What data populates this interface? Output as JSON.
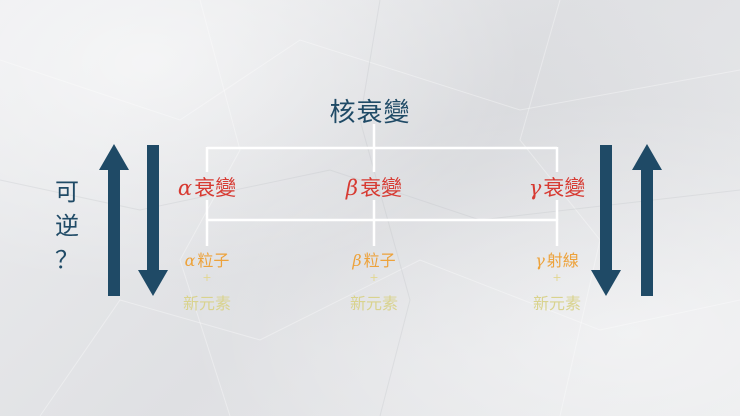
{
  "title": "核衰變",
  "reversible_label": [
    "可",
    "逆",
    "？"
  ],
  "decays": [
    {
      "symbol": "α",
      "label": "衰變",
      "product_symbol": "α",
      "product": "粒子",
      "plus": "+",
      "new_element": "新元素"
    },
    {
      "symbol": "β",
      "label": "衰變",
      "product_symbol": "β",
      "product": "粒子",
      "plus": "+",
      "new_element": "新元素"
    },
    {
      "symbol": "γ",
      "label": "衰變",
      "product_symbol": "γ",
      "product": "射線",
      "plus": "+",
      "new_element": "新元素"
    }
  ],
  "colors": {
    "navy": "#1f4a66",
    "decay_red": "#d73a32",
    "product_orange": "#eda23b",
    "new_element_yellow": "#d9d38e",
    "connector": "#ffffff"
  },
  "icons": {
    "left_up": "arrow-up-icon",
    "left_down": "arrow-down-icon",
    "right_down": "arrow-down-icon",
    "right_up": "arrow-up-icon"
  }
}
